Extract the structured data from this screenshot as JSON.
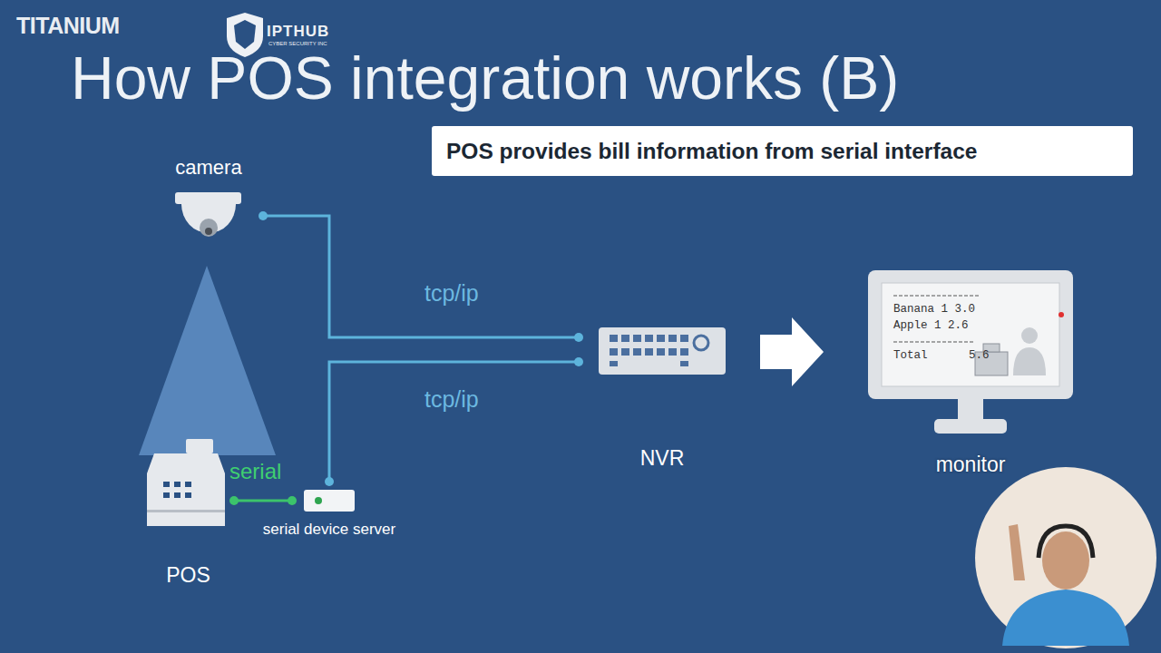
{
  "diagram": {
    "title": "How POS integration works (B)",
    "nodes": [
      {
        "text": [
          "POS provides bill information from serial interface"
        ]
      },
      {
        "text": [
          "camera"
        ]
      },
      {
        "text": [
          "NVR"
        ]
      },
      {
        "text": [
          "Banana 1 3.0",
          "Apple 1 2.6",
          "Total 5.6",
          "monitor"
        ]
      },
      {
        "text": [
          "POS"
        ]
      },
      {
        "text": [
          "serial device server"
        ]
      }
    ],
    "edges": [
      {
        "from": 1,
        "to": 2,
        "label": "tcp/ip",
        "arrow": "none"
      },
      {
        "from": 5,
        "to": 2,
        "label": "tcp/ip",
        "arrow": "none"
      },
      {
        "from": 4,
        "to": 5,
        "label": "serial",
        "arrow": "none"
      },
      {
        "from": 2,
        "to": 3,
        "arrow": "to"
      }
    ],
    "labels": [
      "TITANIUM",
      "IPTHUB",
      "CYBER SECURITY INC"
    ]
  }
}
